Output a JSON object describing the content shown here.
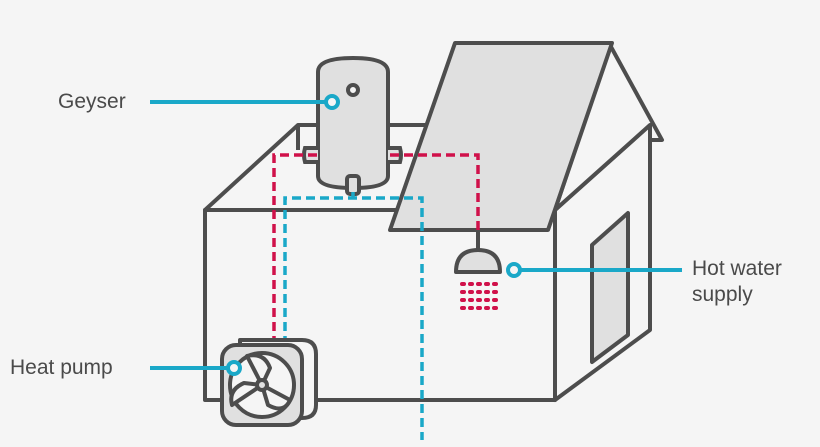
{
  "labels": {
    "geyser": "Geyser",
    "heat_pump": "Heat pump",
    "hot_water_line1": "Hot water",
    "hot_water_line2": "supply"
  },
  "colors": {
    "background": "#f5f5f5",
    "outline": "#4d4d4d",
    "fill_light": "#e0e0e0",
    "hot_pipe": "#d0114a",
    "cold_pipe": "#1aa8c8",
    "callout": "#1aa8c8",
    "text": "#4a4a4a"
  }
}
